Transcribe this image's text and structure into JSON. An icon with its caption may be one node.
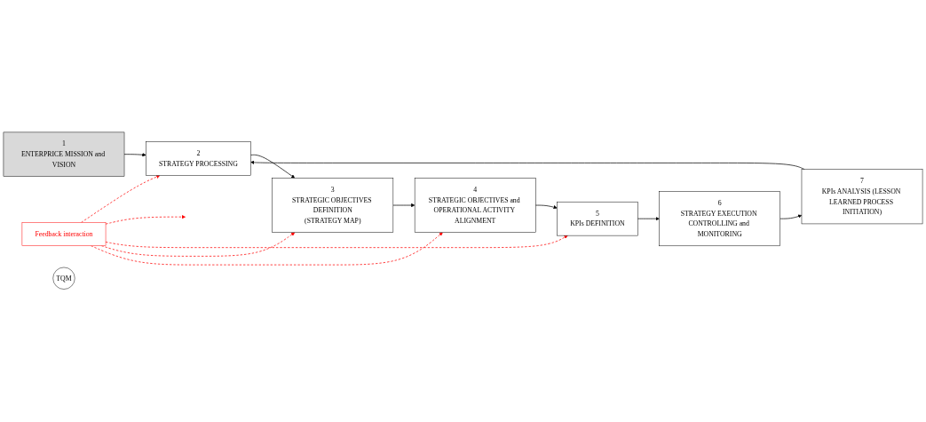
{
  "diagram": {
    "nodes": [
      {
        "text": [
          "1",
          "ENTERPRICE MISSION and VISION"
        ]
      },
      {
        "text": [
          "2",
          "STRATEGY PROCESSING"
        ]
      },
      {
        "text": [
          "3",
          "STRATEGIC OBJECTIVES DEFINITION",
          "(STRATEGY MAP)"
        ]
      },
      {
        "text": [
          "4",
          "STRATEGIC OBJECTIVES and OPERATIONAL ACTIVITY ALIGNMENT"
        ]
      },
      {
        "text": [
          "5",
          "KPIs DEFINITION"
        ]
      },
      {
        "text": [
          "6",
          "STRATEGY EXECUTION CONTROLLING and MONITORING"
        ]
      },
      {
        "text": [
          "7",
          "KPIs ANALYSIS (LESSON LEARNED PROCESS INITIATION)"
        ]
      },
      {
        "text": [
          "Feedback interaction"
        ]
      },
      {
        "text": [
          "TQM"
        ]
      }
    ],
    "edges": [
      {
        "from": 0,
        "to": 1,
        "arrow": "to"
      },
      {
        "from": 1,
        "to": 2,
        "arrow": "to"
      },
      {
        "from": 2,
        "to": 3,
        "arrow": "to"
      },
      {
        "from": 3,
        "to": 4,
        "arrow": "to"
      },
      {
        "from": 4,
        "to": 5,
        "arrow": "to"
      },
      {
        "from": 5,
        "to": 6,
        "arrow": "to"
      },
      {
        "from": 6,
        "to": 1,
        "arrow": "to"
      },
      {
        "from": 7,
        "to": 1,
        "arrow": "to",
        "style": "dashed",
        "color": "#ff0000"
      },
      {
        "from": 7,
        "to": null,
        "arrow": "to",
        "style": "dashed",
        "color": "#ff0000"
      },
      {
        "from": 7,
        "to": 4,
        "arrow": "to",
        "style": "dashed",
        "color": "#ff0000"
      },
      {
        "from": 7,
        "to": 2,
        "arrow": "to",
        "style": "dashed",
        "color": "#ff0000"
      },
      {
        "from": 7,
        "to": 3,
        "arrow": "to",
        "style": "dashed",
        "color": "#ff0000"
      }
    ]
  }
}
